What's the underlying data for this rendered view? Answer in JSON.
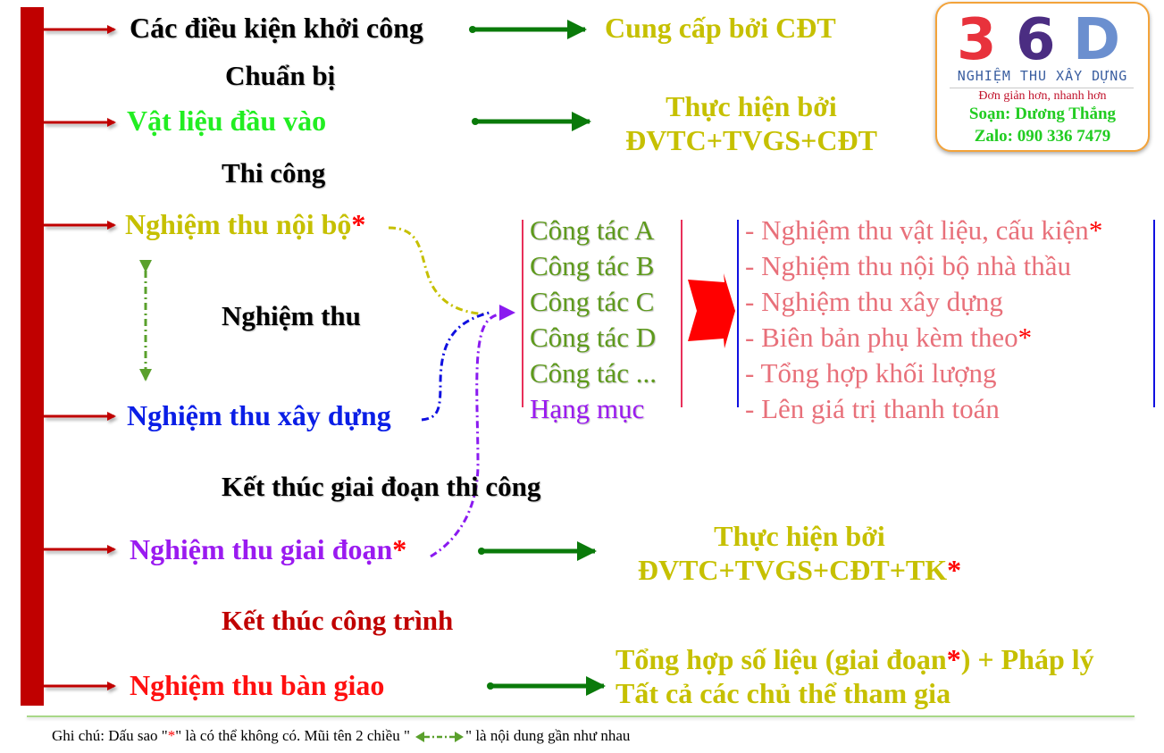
{
  "logo": {
    "brand_digits": [
      "3",
      "6",
      "D"
    ],
    "brand_colors": [
      "#e8323c",
      "#4b2d82",
      "#6b8fcf"
    ],
    "subtitle": "NGHIỆM THU XÂY DỰNG",
    "tagline": "Đơn giản hơn, nhanh hơn",
    "author": "Soạn: Dương Thắng",
    "contact": "Zalo: 090 336 7479"
  },
  "stages": [
    {
      "label": "Các điều kiện khởi công",
      "star": "",
      "color": "#000000"
    },
    {
      "label": "Vật liệu đầu vào",
      "star": "",
      "color": "#22ee22"
    },
    {
      "label": "Nghiệm thu nội bộ",
      "star": "*",
      "color": "#c6c000"
    },
    {
      "label": "Nghiệm thu xây dựng",
      "star": "",
      "color": "#0a1ee6"
    },
    {
      "label": "Nghiệm thu giai đoạn",
      "star": "*",
      "color": "#9a1af0"
    },
    {
      "label": "Nghiệm thu bàn giao",
      "star": "",
      "color": "#ff1010"
    }
  ],
  "steps": [
    {
      "label": "Chuẩn bị",
      "color": "#000000"
    },
    {
      "label": "Thi công",
      "color": "#000000"
    },
    {
      "label": "Nghiệm thu",
      "color": "#000000"
    },
    {
      "label": "Kết thúc giai đoạn thi công",
      "color": "#000000"
    },
    {
      "label": "Kết thúc công trình",
      "color": "#c00000"
    }
  ],
  "performers": {
    "start": "Cung cấp bởi CĐT",
    "materials_line1": "Thực hiện bởi",
    "materials_line2": "ĐVTC+TVGS+CĐT",
    "phase_line1": "Thực hiện bởi",
    "phase_line2": "ĐVTC+TVGS+CĐT+TK",
    "phase_star": "*",
    "handover_line1_a": "Tổng hợp số liệu (giai đoạn",
    "handover_star": "*",
    "handover_line1_b": ") + Pháp lý",
    "handover_line2": "Tất cả các chủ thể tham gia"
  },
  "work_items": [
    {
      "label": "Công tác A",
      "color": "#5e9a1c"
    },
    {
      "label": "Công tác B",
      "color": "#5e9a1c"
    },
    {
      "label": "Công tác C",
      "color": "#5e9a1c"
    },
    {
      "label": "Công tác D",
      "color": "#5e9a1c"
    },
    {
      "label": "Công tác ...",
      "color": "#5e9a1c"
    },
    {
      "label": "Hạng mục",
      "color": "#9a1af0"
    }
  ],
  "documents": [
    {
      "label": "- Nghiệm thu vật liệu, cấu kiện",
      "star": "*"
    },
    {
      "label": "- Nghiệm thu nội bộ nhà thầu",
      "star": ""
    },
    {
      "label": "- Nghiệm thu xây dựng",
      "star": ""
    },
    {
      "label": "- Biên bản phụ kèm theo",
      "star": "*"
    },
    {
      "label": "- Tổng hợp khối lượng",
      "star": ""
    },
    {
      "label": "- Lên giá trị thanh toán",
      "star": ""
    }
  ],
  "note": {
    "prefix": "Ghi chú: Dấu sao \"",
    "star": "*",
    "middle": "\" là có thể không có. Mũi tên 2 chiều \"",
    "suffix": "\" là nội dung gần như nhau"
  },
  "colors": {
    "spine": "#c00000",
    "flow_arrow": "#c00000",
    "green_arrow": "#0a7a0a",
    "equiv_arrow": "#5aa02c",
    "big_arrow": "#ff0000",
    "work_bracket": "#e8305a",
    "doc_bracket": "#1010e0"
  }
}
